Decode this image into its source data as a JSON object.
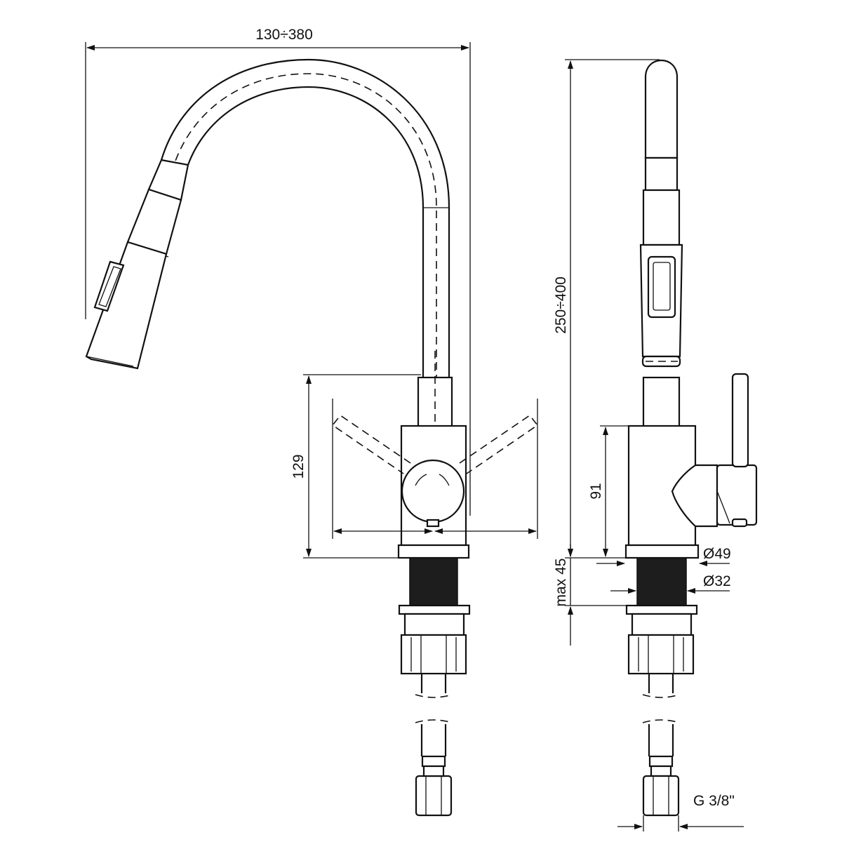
{
  "drawing": {
    "dimensions": {
      "reach": "130÷380",
      "height_total": "250÷400",
      "body_height": "129",
      "body_side_height": "91",
      "max_deck": "max 45",
      "base_diameter": "Ø49",
      "shank_diameter": "Ø32",
      "thread": "G 3/8\""
    },
    "colors": {
      "line": "#111111",
      "background": "#ffffff",
      "thread_fill": "#1d1d1d"
    }
  }
}
